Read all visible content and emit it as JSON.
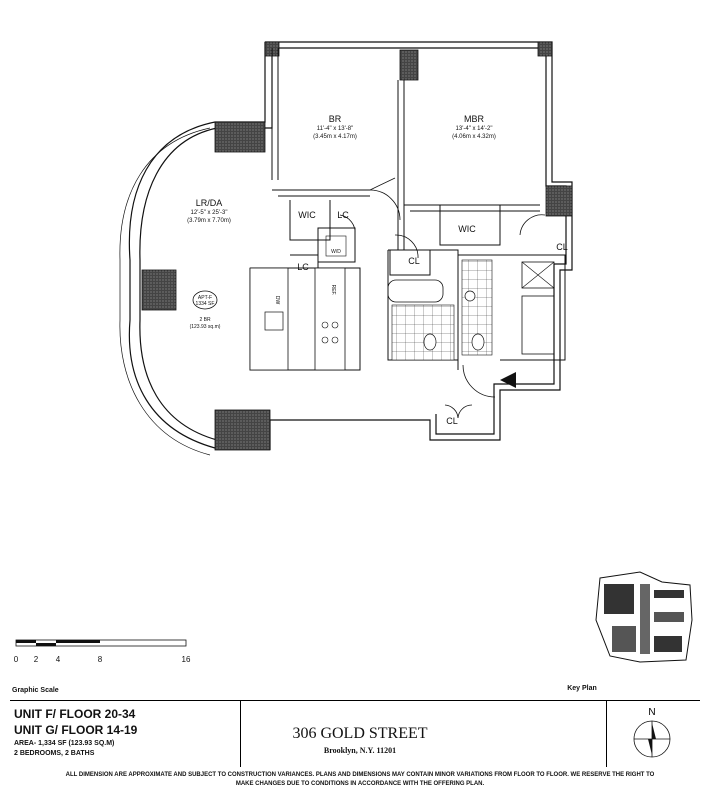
{
  "rooms": {
    "br": {
      "name": "BR",
      "dim_imperial": "11'-4\" x 13'-8\"",
      "dim_metric": "(3.45m x 4.17m)"
    },
    "mbr": {
      "name": "MBR",
      "dim_imperial": "13'-4\" x 14'-2\"",
      "dim_metric": "(4.06m x 4.32m)"
    },
    "lrda": {
      "name": "LR/DA",
      "dim_imperial": "12'-5\" x 25'-3\"",
      "dim_metric": "(3.79m x 7.70m)"
    }
  },
  "closets": {
    "wic": "WIC",
    "lc": "LC",
    "cl": "CL",
    "wd": "W/D"
  },
  "appliances": {
    "dw": "DW",
    "ref": "REF."
  },
  "badge": {
    "line1": "APT-F",
    "line2": "1334 SF",
    "line3": "2 BR",
    "line4": "(123.93 sq.m)"
  },
  "scale": {
    "ticks": [
      "0",
      "2",
      "4",
      "8",
      "16"
    ],
    "label": "Graphic Scale"
  },
  "key_plan": {
    "label": "Key Plan"
  },
  "footer": {
    "unit_f": "UNIT F/ FLOOR 20-34",
    "unit_g": "UNIT G/ FLOOR 14-19",
    "area": "AREA- 1,334 SF (123.93 SQ.M)",
    "rooms": "2 BEDROOMS, 2 BATHS",
    "address": "306 GOLD STREET",
    "city": "Brooklyn, N.Y. 11201",
    "disclaimer": "ALL DIMENSION ARE APPROXIMATE AND SUBJECT TO CONSTRUCTION VARIANCES. PLANS AND DIMENSIONS MAY CONTAIN MINOR VARIATIONS FROM FLOOR TO FLOOR. WE RESERVE THE RIGHT TO MAKE CHANGES DUE TO CONDITIONS IN ACCORDANCE WITH THE OFFERING PLAN.",
    "north": "N"
  }
}
